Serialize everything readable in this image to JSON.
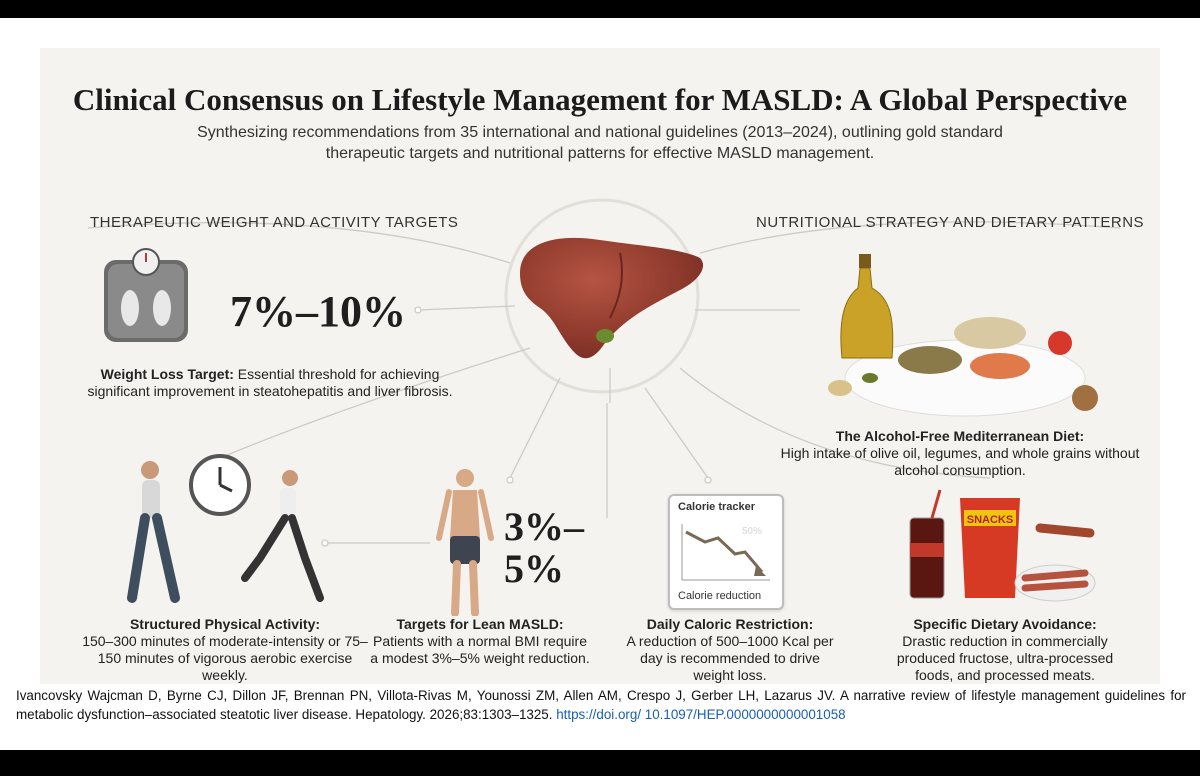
{
  "title": "Clinical Consensus on Lifestyle Management for MASLD: A Global Perspective",
  "subtitle": "Synthesizing recommendations from 35 international and national guidelines (2013–2024), outlining gold standard therapeutic targets and nutritional patterns for effective MASLD management.",
  "sections": {
    "left": "THERAPEUTIC WEIGHT AND ACTIVITY TARGETS",
    "right": "NUTRITIONAL STRATEGY AND DIETARY PATTERNS"
  },
  "weight_loss": {
    "value": "7%–10%",
    "label": "Weight Loss Target:",
    "text": "Essential threshold for achieving significant improvement in steatohepatitis and liver fibrosis."
  },
  "physical_activity": {
    "label": "Structured Physical Activity:",
    "text": "150–300 minutes of moderate-intensity or 75–150 minutes of vigorous aerobic exercise weekly."
  },
  "lean_masld": {
    "value_line1": "3%–",
    "value_line2": "5%",
    "label": "Targets for Lean MASLD:",
    "text": "Patients with a normal BMI require a modest 3%–5% weight reduction."
  },
  "caloric": {
    "tracker_title": "Calorie tracker",
    "tracker_pct": "50%",
    "tracker_caption": "Calorie reduction",
    "label": "Daily Caloric Restriction:",
    "text": "A reduction of 500–1000 Kcal per day is recommended to drive weight loss."
  },
  "mediterranean": {
    "label": "The Alcohol-Free Mediterranean Diet:",
    "text": "High intake of olive oil, legumes, and whole grains without alcohol consumption."
  },
  "avoidance": {
    "snack_label": "SNACKS",
    "label": "Specific Dietary Avoidance:",
    "text": "Drastic reduction in commercially produced fructose, ultra-processed foods, and processed meats."
  },
  "citation": {
    "text": "Ivancovsky Wajcman D, Byrne CJ, Dillon JF, Brennan PN, Villota-Rivas M, Younossi ZM, Allen AM, Crespo J, Gerber LH, Lazarus JV. A narrative review of lifestyle management guidelines for metabolic dysfunction–associated steatotic liver disease. Hepatology. 2026;83:1303–1325.",
    "link": "https://doi.org/ 10.1097/HEP.0000000000001058"
  },
  "colors": {
    "background": "#f5f3ef",
    "liver": "#8e3a2c",
    "text": "#222222",
    "link": "#1a5fb4"
  }
}
